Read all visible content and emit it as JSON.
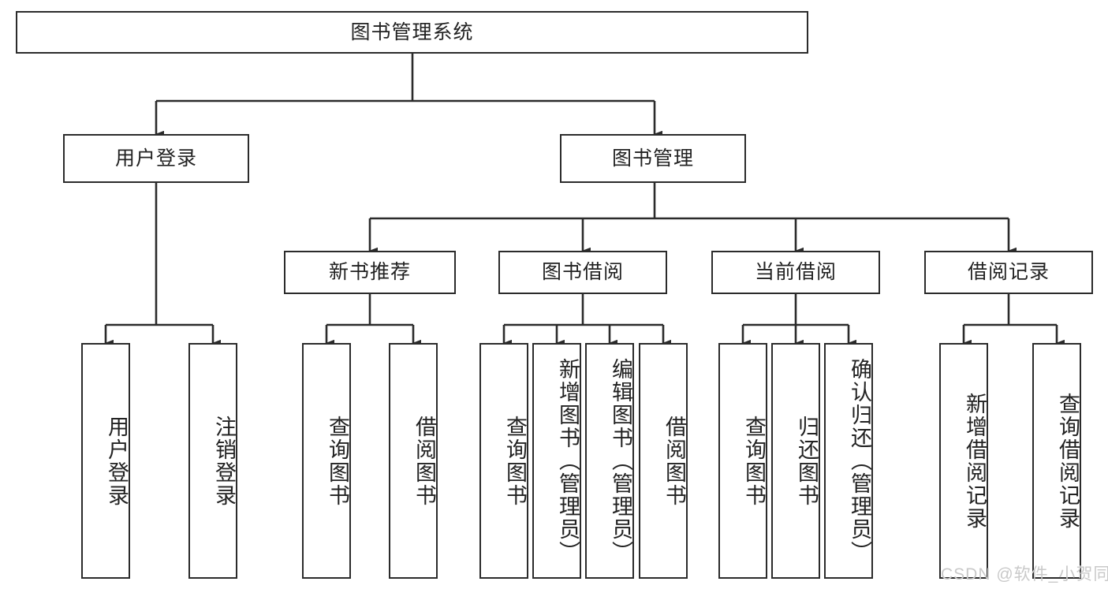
{
  "diagram": {
    "title": "图书管理系统",
    "type": "hierarchy-tree",
    "root": {
      "label": "图书管理系统"
    },
    "level2": [
      {
        "label": "用户登录"
      },
      {
        "label": "图书管理"
      }
    ],
    "level3": [
      {
        "label": "新书推荐"
      },
      {
        "label": "图书借阅"
      },
      {
        "label": "当前借阅"
      },
      {
        "label": "借阅记录"
      }
    ],
    "leaves": {
      "user_login": [
        {
          "label": "用户登录"
        },
        {
          "label": "注销登录"
        }
      ],
      "new_book_recommend": [
        {
          "label": "查询图书"
        },
        {
          "label": "借阅图书"
        }
      ],
      "book_borrow": [
        {
          "label": "查询图书"
        },
        {
          "label": "新增图书（管理员）"
        },
        {
          "label": "编辑图书（管理员）"
        },
        {
          "label": "借阅图书"
        }
      ],
      "current_borrow": [
        {
          "label": "查询图书"
        },
        {
          "label": "归还图书"
        },
        {
          "label": "确认归还（管理员）"
        }
      ],
      "borrow_record": [
        {
          "label": "新增借阅记录"
        },
        {
          "label": "查询借阅记录"
        }
      ]
    }
  },
  "watermark": {
    "text": "CSDN @软件_小贺同学"
  },
  "colors": {
    "stroke": "#2b2b2b",
    "fill": "#ffffff",
    "text": "#222222",
    "watermark": "#c9c9c9"
  }
}
